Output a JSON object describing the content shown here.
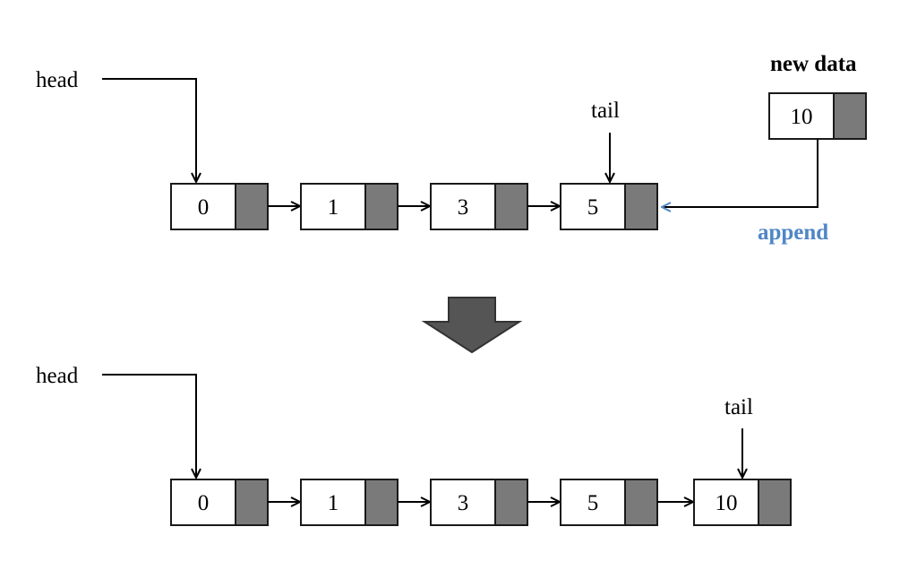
{
  "colors": {
    "pointer_fill": "#7a7a7a",
    "append": "#4f86c6",
    "big_arrow": "#555555"
  },
  "before": {
    "head_label": "head",
    "tail_label": "tail",
    "nodes": [
      "0",
      "1",
      "3",
      "5"
    ]
  },
  "new_data": {
    "title": "new data",
    "value": "10",
    "action_label": "append"
  },
  "after": {
    "head_label": "head",
    "tail_label": "tail",
    "nodes": [
      "0",
      "1",
      "3",
      "5",
      "10"
    ]
  },
  "transition_icon": "down-arrow-icon"
}
